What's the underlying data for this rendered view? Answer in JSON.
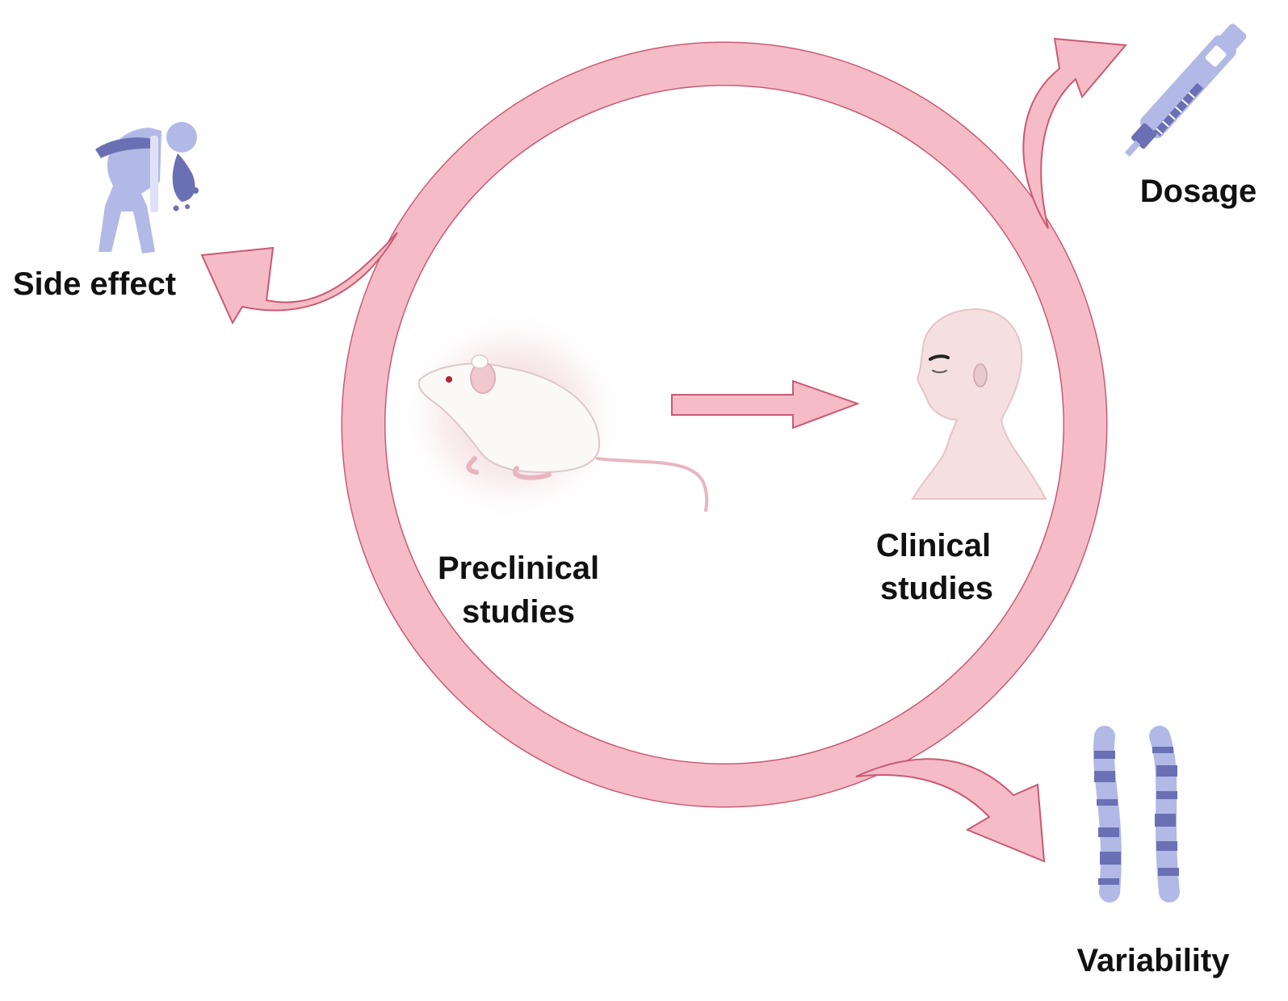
{
  "labels": {
    "side_effect": "Side effect",
    "dosage": "Dosage",
    "variability": "Variability",
    "preclinical_line1": "Preclinical",
    "preclinical_line2": "studies",
    "clinical_line1": "Clinical",
    "clinical_line2": "studies"
  },
  "icons": {
    "side_effect": "vomiting-person-icon",
    "dosage": "insulin-pen-icon",
    "variability": "chromosome-icon",
    "preclinical": "mouse-icon",
    "clinical": "human-head-icon"
  },
  "colors": {
    "ring": "#f5bcc7",
    "ring_stroke": "#c95a72",
    "icon_light": "#b3b9e6",
    "icon_dark": "#6a70b3",
    "text": "#111111"
  }
}
